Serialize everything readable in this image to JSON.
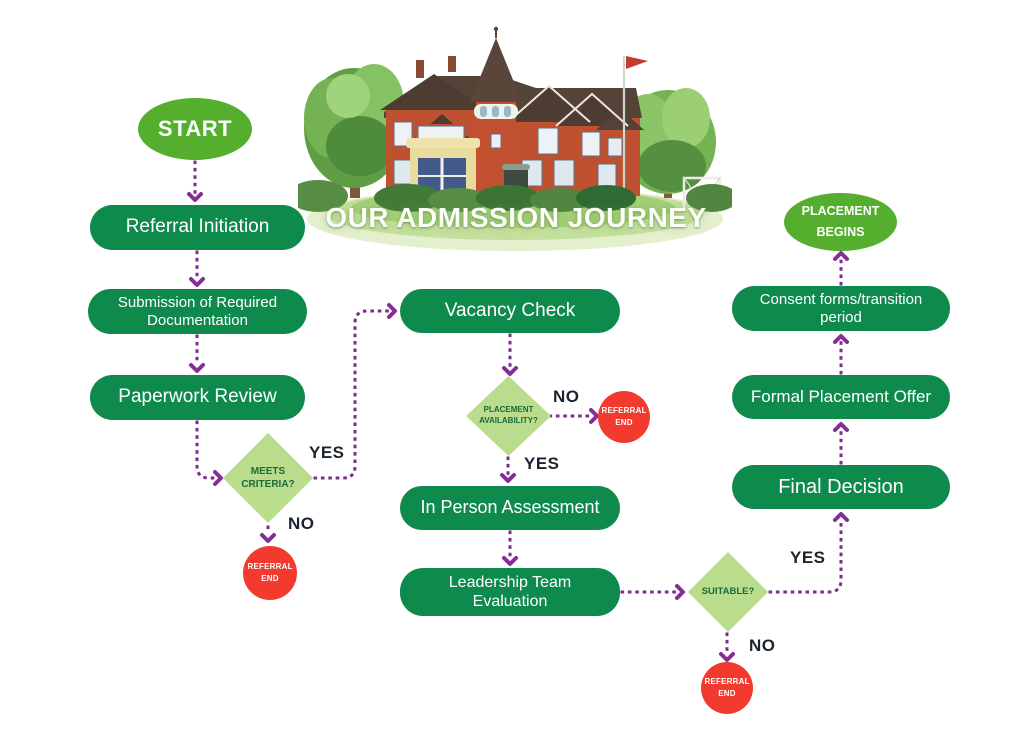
{
  "title": "OUR ADMISSION JOURNEY",
  "illustration": "watercolor-school-building",
  "colors": {
    "node_green": "#0E8A4C",
    "oval_green": "#55AE2D",
    "diamond_green": "#B9DD8C",
    "diamond_text": "#1A6B38",
    "end_red": "#F23B2E",
    "arrow_purple": "#7B2D8E",
    "label_dark": "#1A232E"
  },
  "nodes": {
    "start": "START",
    "referral_initiation": "Referral Initiation",
    "submission_documentation": "Submission of Required Documentation",
    "paperwork_review": "Paperwork Review",
    "meets_criteria": "MEETS CRITERIA?",
    "referral_end_1": "REFERRAL END",
    "vacancy_check": "Vacancy Check",
    "placement_availability": "PLACEMENT AVAILABILITY?",
    "referral_end_2": "REFERRAL END",
    "in_person_assessment": "In Person Assessment",
    "leadership_evaluation": "Leadership Team Evaluation",
    "suitable": "SUITABLE?",
    "referral_end_3": "REFERRAL END",
    "final_decision": "Final Decision",
    "formal_placement_offer": "Formal Placement Offer",
    "consent_forms": "Consent forms/transition period",
    "placement_begins": "PLACEMENT BEGINS"
  },
  "branch_labels": {
    "meets_criteria_yes": "YES",
    "meets_criteria_no": "NO",
    "placement_availability_no": "NO",
    "placement_availability_yes": "YES",
    "suitable_yes": "YES",
    "suitable_no": "NO"
  }
}
